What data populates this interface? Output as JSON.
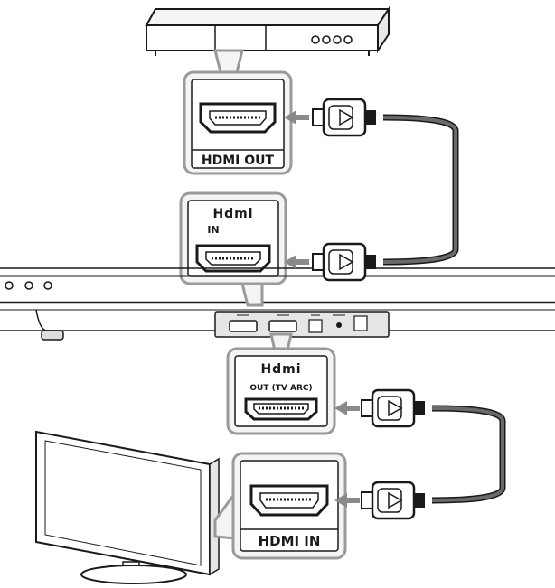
{
  "labels": {
    "bluray_port": "HDMI OUT",
    "soundbar_in_logo": "Hdmi",
    "soundbar_in_sub": "IN",
    "soundbar_out_logo": "Hdmi",
    "soundbar_out_sub": "OUT (TV ARC)",
    "tv_port": "HDMI IN"
  },
  "colors": {
    "line": "#1a1a1a",
    "callout": "#9a9a9a",
    "callout_fill": "#f4f4f4",
    "cable": "#6a6a6a",
    "arrow": "#8a8a8a"
  }
}
